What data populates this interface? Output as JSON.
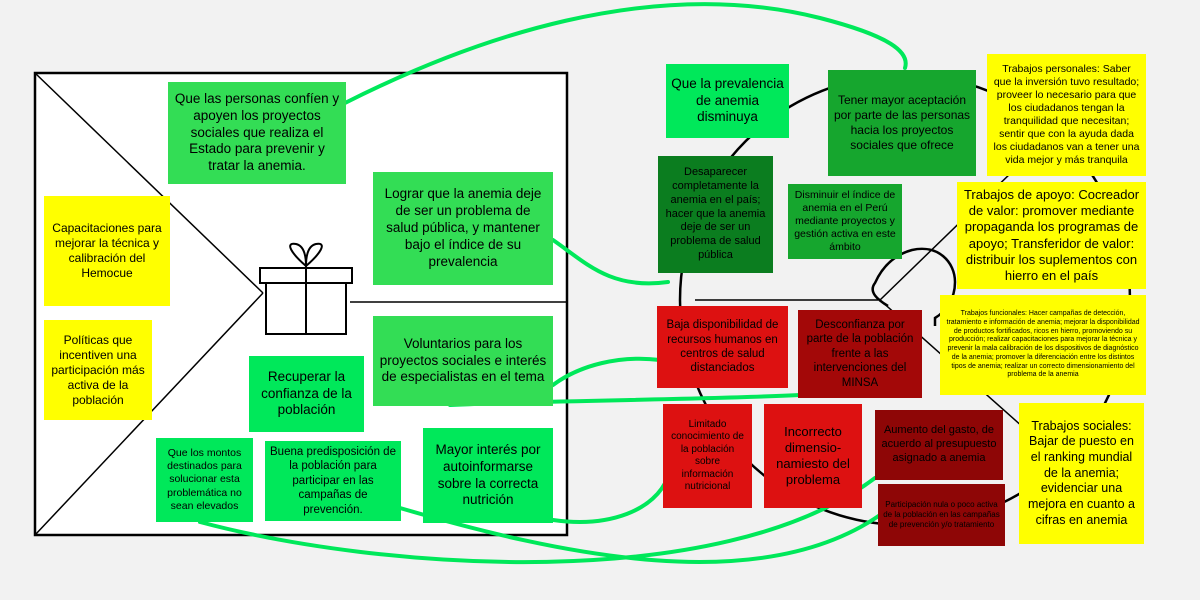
{
  "colors": {
    "green": "#33dd55",
    "bright_green": "#00e85a",
    "dark_green": "#16a62e",
    "darker_green": "#0b7d1f",
    "yellow": "#ffff00",
    "red": "#dd1111",
    "dark_red": "#a30808",
    "darker_red": "#8e0606",
    "connector": "#00e85a"
  },
  "icons": {
    "gift": "gift-icon",
    "head": "user-head-icon"
  },
  "left_canvas": {
    "gains_creators": "Que las personas confíen y apoyen los proyectos sociales que realiza el Estado para prevenir y tratar la anemia.",
    "gain_goal": "Lograr que la anemia deje de ser un problema de salud pública, y mantener bajo el índice de su prevalencia",
    "volunteers": "Voluntarios para los proyectos sociales e interés de especialistas en el tema",
    "recover_trust": "Recuperar la confianza de la población",
    "trainings": "Capacitaciones para mejorar la técnica y calibración del Hemocue",
    "policies": "Políticas que incentiven una participación más activa de la población",
    "low_amounts": "Que los montos destinados para solucionar esta problemática no sean elevados",
    "predisposition": "Buena predisposición de la población para participar en las campañas de prevención.",
    "self_inform": "Mayor interés por autoinformarse sobre la correcta nutrición"
  },
  "right_canvas": {
    "prevalence": "Que la prevalencia de anemia disminuya",
    "acceptance": "Tener mayor aceptación por parte de las personas hacia los proyectos sociales que ofrece",
    "disappear": "Desaparecer completamente la anemia en el país; hacer que la anemia deje de ser un problema de salud pública",
    "reduce_index": "Disminuir el índice de anemia en el Perú mediante proyectos y gestión activa en este ámbito",
    "personal_jobs": "Trabajos personales: Saber que la inversión tuvo resultado; proveer lo necesario para que los ciudadanos tengan la tranquilidad que necesitan; sentir que con la ayuda dada los ciudadanos van a  tener una vida mejor y más tranquila",
    "support_jobs": "Trabajos de apoyo: Cocreador de valor: promover mediante propaganda los programas de apoyo; Transferidor de valor: distribuir los suplementos con hierro en el país",
    "functional_jobs": "Trabajos funcionales: Hacer campañas de detección, tratamiento e información de anemia; mejorar la disponibilidad de productos fortificados, ricos en hierro, promoviendo su producción; realizar capacitaciones para mejorar la técnica y prevenir la mala calibración de los dispositivos de diagnóstico de la anemia; promover la diferenciación entre los distintos tipos de anemia; realizar un correcto dimensionamiento del problema de la anemia",
    "social_jobs": "Trabajos sociales: Bajar de puesto en el ranking mundial de la anemia; evidenciar una mejora en cuanto a cifras en anemia",
    "low_hr": "Baja disponibilidad de recursos humanos en centros de salud distanciados",
    "distrust": "Desconfianza por parte de la población frente a las intervenciones del MINSA",
    "limited_knowledge": "Limitado conocimiento de la población sobre información nutricional",
    "incorrect_dim": "Incorrecto dimensio-namiesto del problema",
    "spending": "Aumento del gasto, de acuerdo al presupuesto asignado a anemia",
    "low_participation": "Participación nula o poco activa de la población en las campañas de prevención y/o tratamiento"
  }
}
